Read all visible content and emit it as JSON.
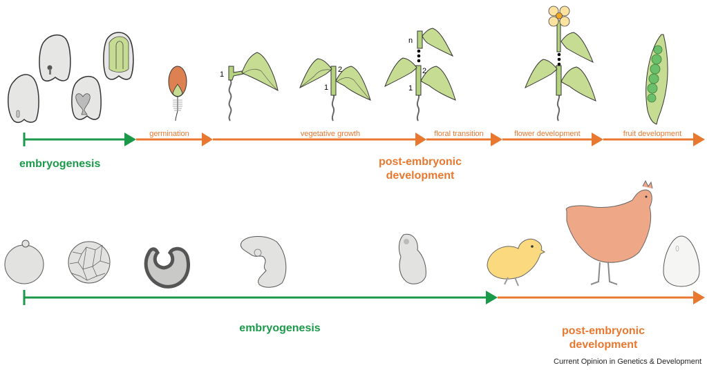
{
  "colors": {
    "embryo_green": "#1a9a48",
    "post_orange": "#e8782f",
    "leaf_green": "#c5dc92",
    "seed_gray": "#e6e6e4",
    "chick_yellow": "#fbd97e",
    "hen_salmon": "#eea887",
    "flower_petal": "#fde2a0",
    "flower_center": "#f0a622",
    "pea_green": "#6cbf6a",
    "germinating_seed": "#dd8152"
  },
  "plant": {
    "embryo_label": "embryogenesis",
    "post_label_line1": "post-embryonic",
    "post_label_line2": "development",
    "stages": [
      {
        "label": "germination"
      },
      {
        "label": "vegetative growth"
      },
      {
        "label": "floral transition"
      },
      {
        "label": "flower development"
      },
      {
        "label": "fruit development"
      }
    ],
    "node_labels": {
      "one": "1",
      "two": "2",
      "n": "n"
    }
  },
  "animal": {
    "embryo_label": "embryogenesis",
    "post_label_line1": "post-embryonic",
    "post_label_line2": "development"
  },
  "credit": "Current Opinion in Genetics & Development"
}
